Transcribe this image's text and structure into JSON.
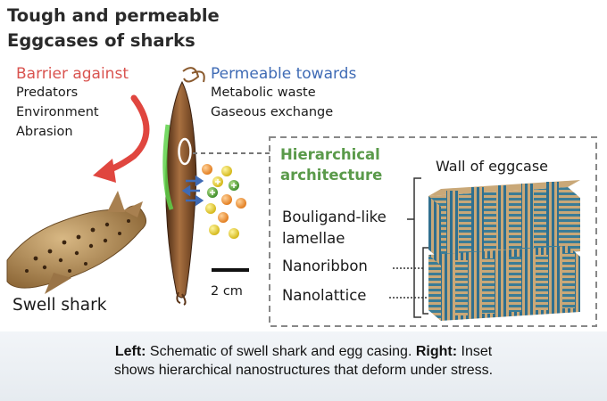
{
  "title": {
    "line1": "Tough and permeable",
    "line2": "Eggcases of sharks"
  },
  "barrier": {
    "heading": "Barrier against",
    "items": [
      "Predators",
      "Environment",
      "Abrasion"
    ]
  },
  "permeable": {
    "heading": "Permeable towards",
    "items": [
      "Metabolic waste",
      "Gaseous exchange"
    ]
  },
  "inset": {
    "heading_line1": "Hierarchical",
    "heading_line2": "architecture",
    "wall_label": "Wall of eggcase",
    "levels": {
      "lamellae_line1": "Bouligand-like",
      "lamellae_line2": "lamellae",
      "nanoribbon": "Nanoribbon",
      "nanolattice": "Nanolattice"
    }
  },
  "scale_bar": "2 cm",
  "shark_label": "Swell shark",
  "caption": {
    "left_bold": "Left:",
    "left_text": " Schematic of swell shark and egg casing. ",
    "right_bold": "Right:",
    "right_text_line1": " Inset",
    "right_text_line2": "shows hierarchical nanostructures that deform under stress."
  },
  "colors": {
    "barrier": "#d9534f",
    "permeable": "#3f6bb5",
    "hierarchical": "#5a9a4a",
    "block_blue": "#2f6f8f",
    "block_tan": "#c8a878"
  }
}
